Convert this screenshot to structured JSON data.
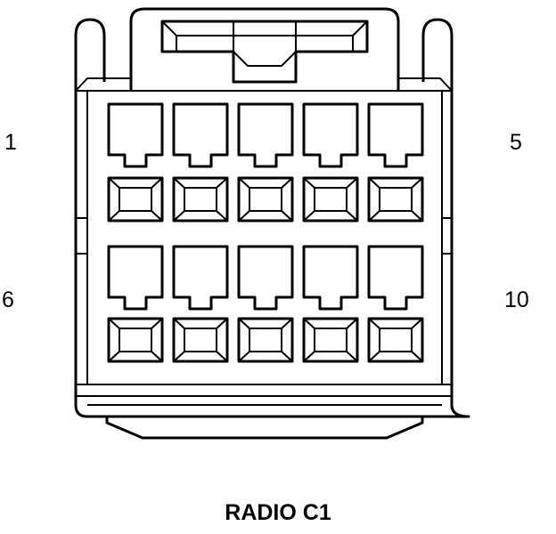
{
  "pin_labels": {
    "top_left": "1",
    "top_right": "5",
    "bottom_left": "6",
    "bottom_right": "10"
  },
  "caption": "RADIO C1",
  "colors": {
    "stroke": "#000000",
    "background": "#ffffff"
  }
}
